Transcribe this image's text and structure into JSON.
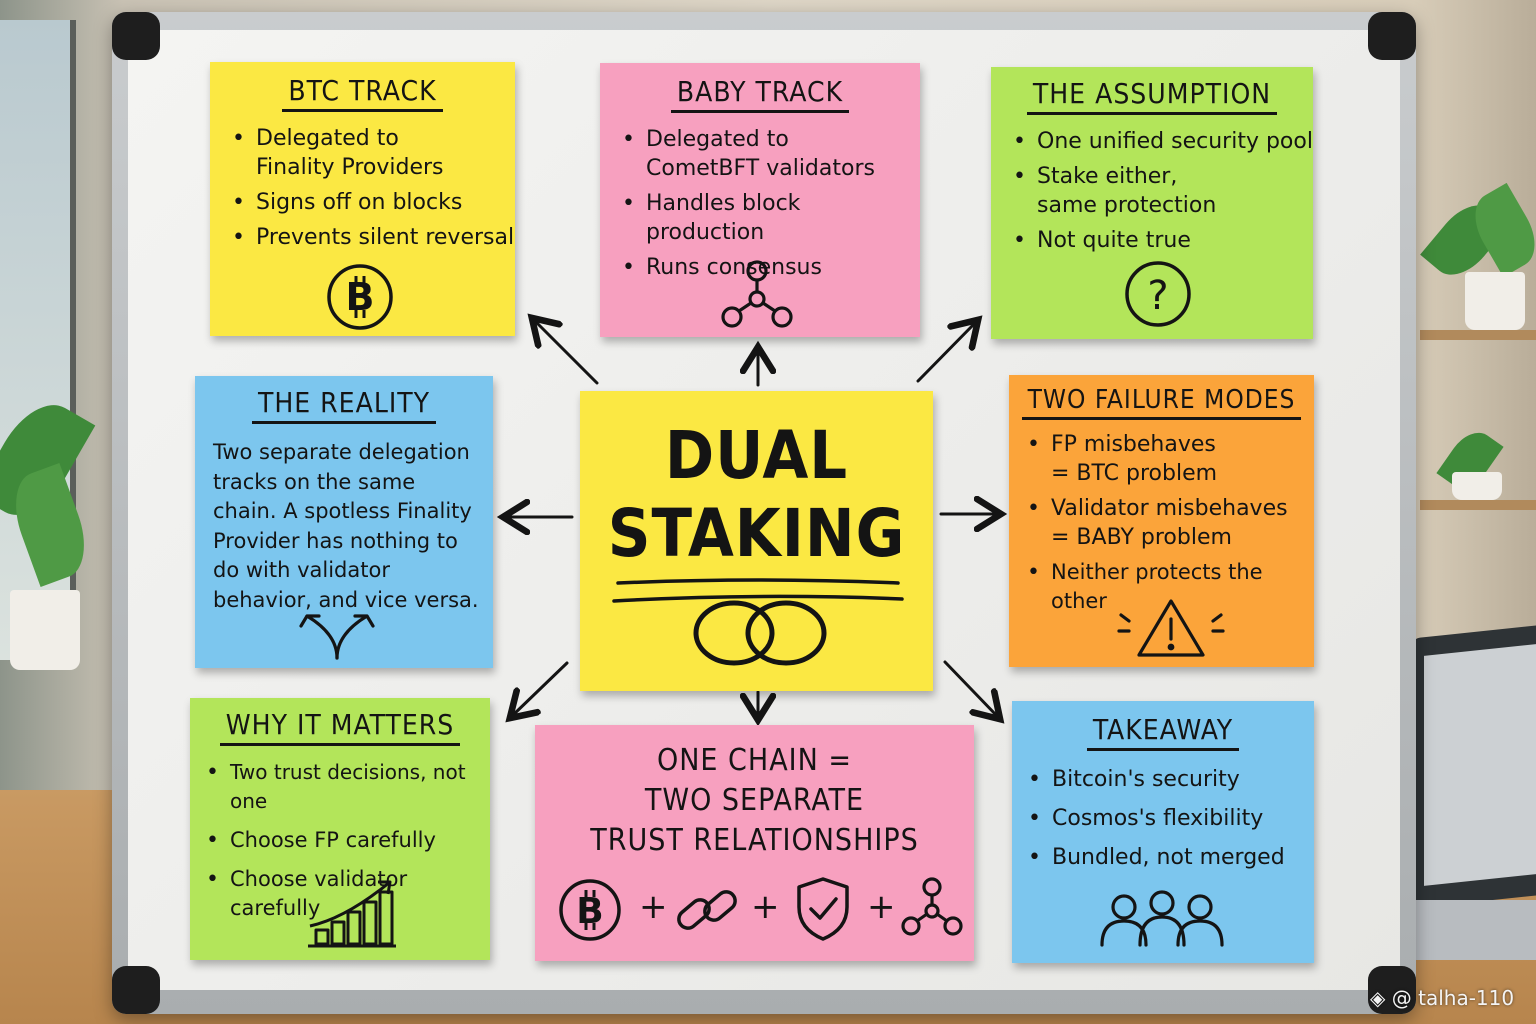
{
  "center": {
    "title_line1": "DUAL",
    "title_line2": "STAKING",
    "icon": "interlocking-rings-icon"
  },
  "notes": {
    "btc_track": {
      "title": "BTC TRACK",
      "items": [
        "Delegated to Finality Providers",
        "Signs off on blocks",
        "Prevents silent reversal"
      ],
      "icon": "bitcoin-icon"
    },
    "baby_track": {
      "title": "BABY TRACK",
      "items": [
        "Delegated to CometBFT validators",
        "Handles block production",
        "Runs consensus"
      ],
      "icon": "network-nodes-icon"
    },
    "assumption": {
      "title": "THE ASSUMPTION",
      "items": [
        "One unified security pool",
        "Stake either, same protection",
        "Not quite true"
      ],
      "icon": "question-mark-icon"
    },
    "reality": {
      "title": "THE REALITY",
      "text": "Two separate delegation tracks on the same chain. A spotless Finality Provider has nothing to do with validator behavior, and vice versa.",
      "icon": "diverging-arrows-icon"
    },
    "failure_modes": {
      "title": "TWO FAILURE MODES",
      "items": [
        "FP misbehaves = BTC problem",
        "Validator misbehaves = BABY problem",
        "Neither protects the other"
      ],
      "icon": "warning-icon"
    },
    "why_it_matters": {
      "title": "WHY IT MATTERS",
      "items": [
        "Two trust decisions, not one",
        "Choose FP carefully",
        "Choose validator carefully"
      ],
      "icon": "growth-chart-icon"
    },
    "one_chain": {
      "line1": "ONE CHAIN =",
      "line2": "TWO SEPARATE",
      "line3": "TRUST RELATIONSHIPS",
      "equation": [
        "bitcoin-icon",
        "+",
        "link-icon",
        "+",
        "shield-check-icon",
        "+",
        "network-nodes-icon"
      ],
      "plus": "+"
    },
    "takeaway": {
      "title": "TAKEAWAY",
      "items": [
        "Bitcoin's security",
        "Cosmos's flexibility",
        "Bundled, not merged"
      ],
      "icon": "people-group-icon"
    }
  },
  "watermark": "@ talha-110",
  "colors": {
    "yellow": "#fbe843",
    "pink": "#f7a0bf",
    "green": "#b3e55a",
    "blue": "#7cc6ee",
    "orange": "#fba43a",
    "ink": "#141414"
  }
}
